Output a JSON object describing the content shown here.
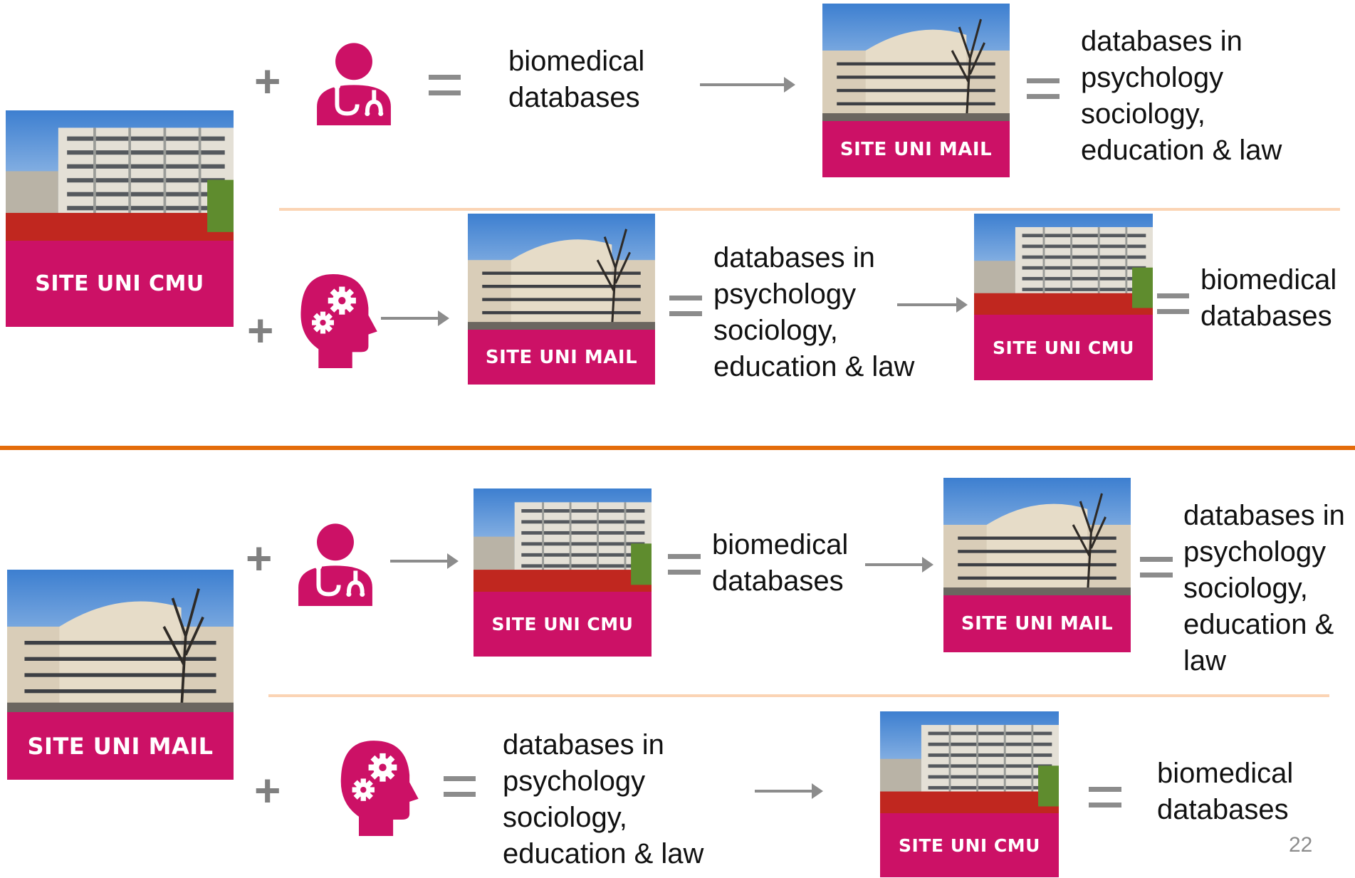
{
  "sites": {
    "cmu": "SITE UNI CMU",
    "mail": "SITE UNI MAIL"
  },
  "text": {
    "biomedical": [
      "biomedical",
      "databases"
    ],
    "psych4": [
      "databases in",
      "psychology",
      "sociology,",
      "education & law"
    ],
    "psych5": [
      "databases in",
      "psychology",
      "sociology,",
      "education &",
      "law"
    ]
  },
  "icons": [
    "doctor-icon",
    "mind-gears-icon"
  ],
  "colors": {
    "accent": "#cc1166",
    "separator_main": "#e46c0a",
    "separator_light": "#fbd4b4",
    "operator": "#8c8c8c"
  },
  "page_number": "22"
}
